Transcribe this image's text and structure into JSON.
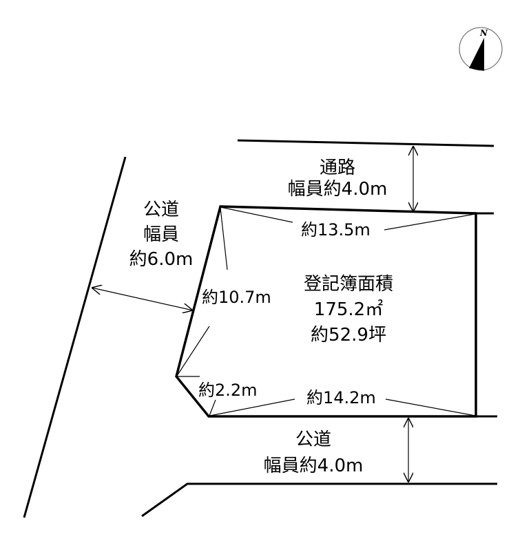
{
  "compass": {
    "letter": "N"
  },
  "roads": {
    "top": {
      "line1": "通路",
      "line2": "幅員約4.0m"
    },
    "left": {
      "line1": "公道",
      "line2": "幅員",
      "line3": "約6.0m"
    },
    "bottom": {
      "line1": "公道",
      "line2": "幅員約4.0m"
    }
  },
  "plot": {
    "area_title": "登記簿面積",
    "area_sqm": "175.2㎡",
    "area_tsubo": "約52.9坪"
  },
  "dimensions": {
    "top": "約13.5m",
    "left": "約10.7m",
    "corner": "約2.2m",
    "bottom": "約14.2m"
  }
}
